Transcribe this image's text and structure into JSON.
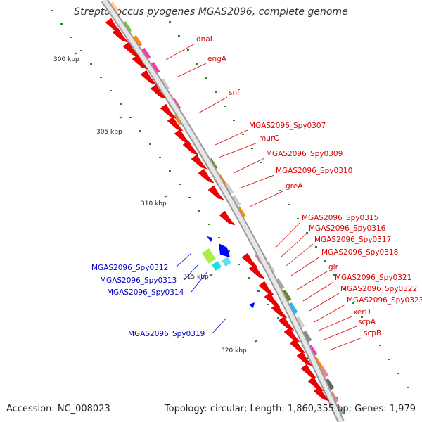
{
  "title": "Streptococcus pyogenes MGAS2096, complete genome",
  "footer": {
    "accession": "Accession: NC_008023",
    "summary": "Topology: circular; Length: 1,860,355 bp; Genes: 1,979"
  },
  "colors": {
    "forward_label": "#dd0000",
    "reverse_label": "#0000cc",
    "backbone": "#c8c8c8",
    "tick": "#228822"
  },
  "kbp_ticks": [
    "300 kbp",
    "305 kbp",
    "310 kbp",
    "315 kbp",
    "320 kbp"
  ],
  "forward_genes": [
    {
      "label": "dnaI"
    },
    {
      "label": "engA"
    },
    {
      "label": "snf"
    },
    {
      "label": "MGAS2096_Spy0307"
    },
    {
      "label": "murC"
    },
    {
      "label": "MGAS2096_Spy0309"
    },
    {
      "label": "MGAS2096_Spy0310"
    },
    {
      "label": "greA"
    },
    {
      "label": "MGAS2096_Spy0315"
    },
    {
      "label": "MGAS2096_Spy0316"
    },
    {
      "label": "MGAS2096_Spy0317"
    },
    {
      "label": "MGAS2096_Spy0318"
    },
    {
      "label": "glr"
    },
    {
      "label": "MGAS2096_Spy0321"
    },
    {
      "label": "MGAS2096_Spy0322"
    },
    {
      "label": "MGAS2096_Spy0323"
    },
    {
      "label": "xerD"
    },
    {
      "label": "scpA"
    },
    {
      "label": "scpB"
    }
  ],
  "reverse_genes": [
    {
      "label": "MGAS2096_Spy0312"
    },
    {
      "label": "MGAS2096_Spy0313"
    },
    {
      "label": "MGAS2096_Spy0314"
    },
    {
      "label": "MGAS2096_Spy0319"
    }
  ]
}
